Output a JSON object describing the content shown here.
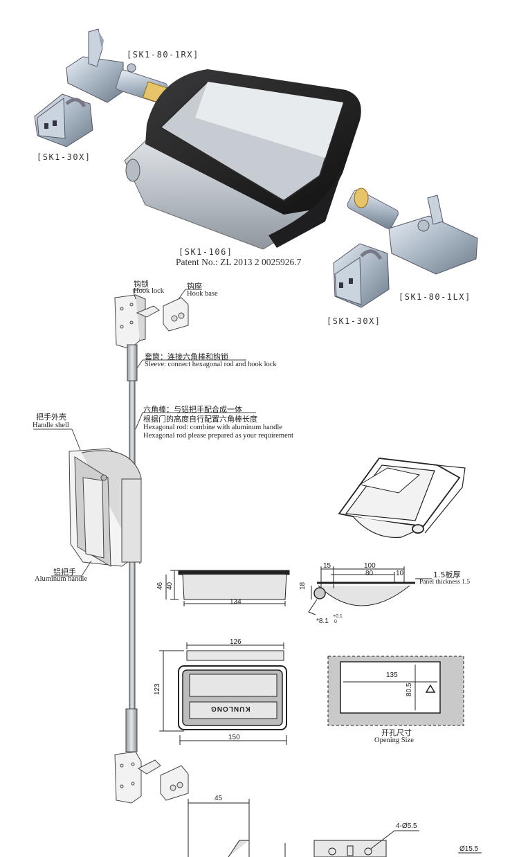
{
  "products": {
    "hook_lock_right": "[SK1-80-1RX]",
    "hook_base_left": "[SK1-30X]",
    "handle": "[SK1-106]",
    "patent": "Patent No.: ZL 2013 2 0025926.7",
    "hook_lock_left": "[SK1-80-1LX]",
    "hook_base_right": "[SK1-30X]"
  },
  "callouts": {
    "hook_lock_zh": "钩锁",
    "hook_lock_en": "Hook lock",
    "hook_base_zh": "钩座",
    "hook_base_en": "Hook base",
    "sleeve_zh": "套筒：连接六角棒和钩锁",
    "sleeve_en": "Sleeve: connect hexagonal rod and hook lock",
    "hexrod_zh1": "六角棒：与铝把手配合成一体",
    "hexrod_zh2": "根据门的高度自行配置六角棒长度",
    "hexrod_en1": "Hexagonal rod: combine with aluminum handle",
    "hexrod_en2": "Hexagonal rod please  prepared as your requirement",
    "shell_zh": "把手外壳",
    "shell_en": "Handle shell",
    "alu_zh": "铝把手",
    "alu_en": "Aluminum handle"
  },
  "dimensions": {
    "side_46": "46",
    "side_40": "40",
    "side_134": "134",
    "sec_15": "15",
    "sec_100": "100",
    "sec_80": "80",
    "sec_10": "10",
    "sec_18": "18",
    "panel_zh": "1.5板厚",
    "panel_en": "Panel thickness 1.5",
    "sec_81": "*8.1",
    "sec_tol_up": "+0.1",
    "sec_tol_dn": "0",
    "front_126": "126",
    "front_123": "123",
    "front_150": "150",
    "brand": "KUNLONG",
    "cut_135": "135",
    "cut_805": "80.5",
    "cut_zh": "开孔尺寸",
    "cut_en": "Opening Size",
    "bot_45": "45",
    "bot_holes": "4-Ø5.5",
    "bot_dia": "Ø15.5"
  }
}
